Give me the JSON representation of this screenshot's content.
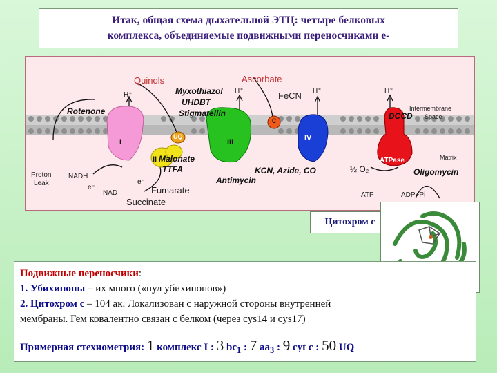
{
  "title": {
    "line1": "Итак, общая схема дыхательной ЭТЦ:   четыре белковых",
    "line2": "комплекса, объединяемые подвижными переносчиками е-"
  },
  "scheme": {
    "labels": {
      "quinols": "Quinols",
      "ascorbate": "Ascorbate",
      "fecn": "FeCN",
      "myxothiazol": "Myxothiazol",
      "uhdbt": "UHDBT",
      "stigmatellin": "Stigmatellin",
      "rotenone": "Rotenone",
      "intermembrane": "Intermembrane",
      "space": "Space",
      "dccd": "DCCD",
      "matrix": "Matrix",
      "atpase": "ATPase",
      "oligomycin": "Oligomycin",
      "malonate": "Malonate",
      "ttfa": "TTFA",
      "kcn": "KCN, Azide, CO",
      "antimycin": "Antimycin",
      "fumarate": "Fumarate",
      "succinate": "Succinate",
      "proton_leak_1": "Proton",
      "proton_leak_2": "Leak",
      "nadh": "NADH",
      "nad": "NAD",
      "o2": "½ O₂",
      "atp": "ATP",
      "adp": "ADP+Pi",
      "uq": "UQ",
      "c": "C",
      "complex_I": "I",
      "complex_II": "II",
      "complex_III": "III",
      "complex_IV": "IV",
      "h_plus": "H⁺",
      "e_minus": "e⁻"
    }
  },
  "cytochrome_label": "Цитохром с",
  "text": {
    "heading": "Подвижные переносчики",
    "heading_colon": ":",
    "item1_num": "1. ",
    "item1_bold": "Убихиноны",
    "item1_rest": " – их много («пул убихинонов»)",
    "item2_num": "2. ",
    "item2_bold": "Цитохром с",
    "item2_rest": " – 104 ак. Локализован с наружной стороны внутренней",
    "item2_line2": "мембраны. Гем ковалентно связан с белком (через cys14 и cys17)",
    "stoich_label": "Примерная стехиометрия: ",
    "s1": "1",
    "s1_text": " комплекс I : ",
    "s2": "3",
    "s2_text": " bc",
    "s2_sub": "1",
    "s2_after": " : ",
    "s3": "7",
    "s3_text": " aa",
    "s3_sub": "3",
    "s3_after": " : ",
    "s4": "9",
    "s4_text": " cyt c : ",
    "s5": "50",
    "s5_text": " UQ"
  },
  "colors": {
    "complex_I": "#f59ad6",
    "complex_II": "#f2e21a",
    "complex_III": "#27c21f",
    "complex_IV": "#1a3fd6",
    "atpase": "#e8121a",
    "membrane": "#a9a9a9",
    "label_red": "#c00000",
    "label_blue": "#0d0d8a"
  }
}
